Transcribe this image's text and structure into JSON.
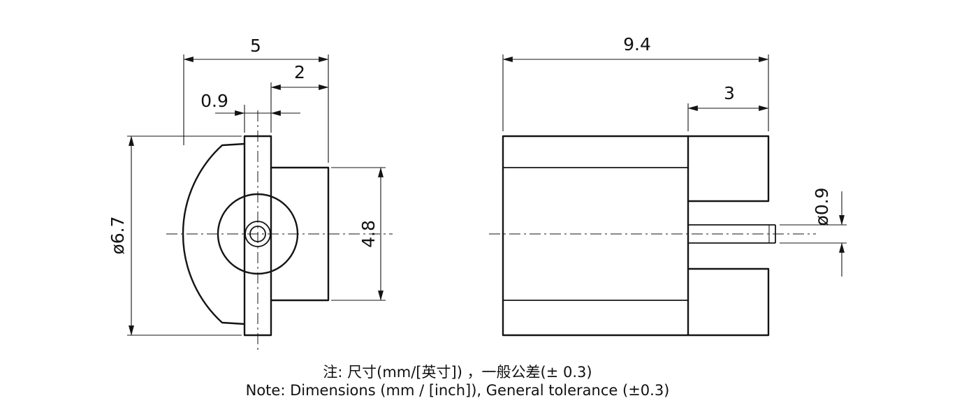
{
  "drawing": {
    "front_view": {
      "dim_overall_width": "5",
      "dim_body_width": "2",
      "dim_flange_thickness": "0.9",
      "dim_flange_diameter": "ø6.7",
      "dim_body_height": "4.8"
    },
    "side_view": {
      "dim_overall_length": "9.4",
      "dim_end_length": "3",
      "dim_pin_diameter": "ø0.9"
    },
    "notes": {
      "line1": "注: 尺寸(mm/[英寸]) ，一般公差(± 0.3)",
      "line2": "Note: Dimensions (mm / [inch]), General tolerance (±0.3)"
    }
  }
}
